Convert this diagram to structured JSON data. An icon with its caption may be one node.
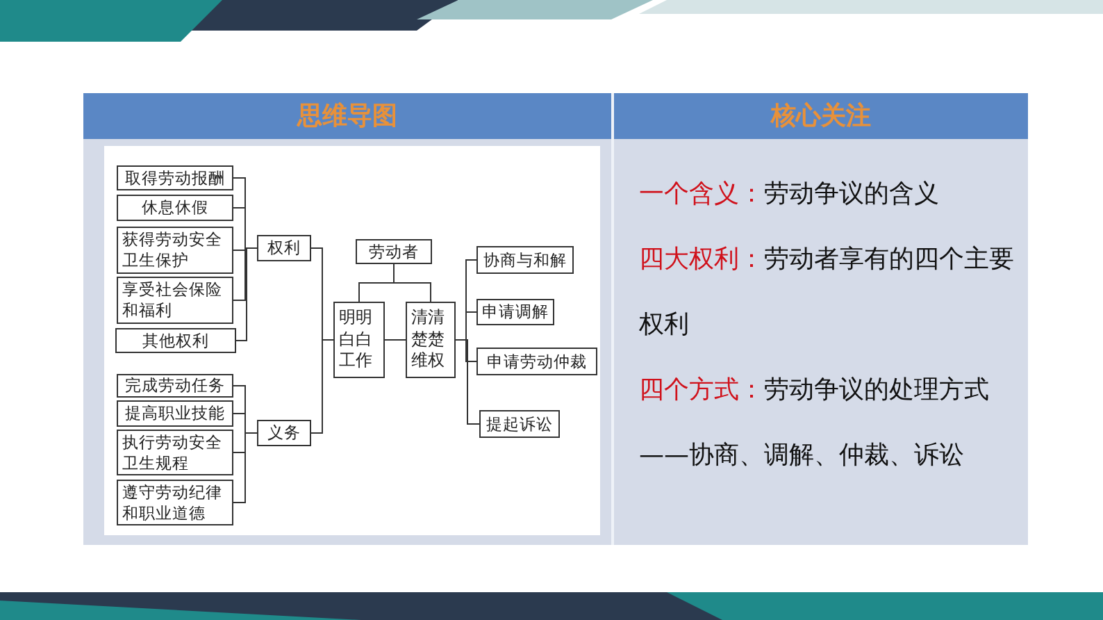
{
  "diagram": {
    "nodes": [
      {
        "text": [
          "取得劳动报酬"
        ]
      },
      {
        "text": [
          "休息休假"
        ]
      },
      {
        "text": [
          "获得劳动安全卫生保护"
        ]
      },
      {
        "text": [
          "享受社会保险和福利"
        ]
      },
      {
        "text": [
          "其他权利"
        ]
      },
      {
        "text": [
          "完成劳动任务"
        ]
      },
      {
        "text": [
          "提高职业技能"
        ]
      },
      {
        "text": [
          "执行劳动安全卫生规程"
        ]
      },
      {
        "text": [
          "遵守劳动纪律和职业道德"
        ]
      },
      {
        "text": [
          "权利"
        ]
      },
      {
        "text": [
          "义务"
        ]
      },
      {
        "text": [
          "劳动者"
        ]
      },
      {
        "text": [
          "明明白白工作"
        ]
      },
      {
        "text": [
          "清清楚楚维权"
        ]
      },
      {
        "text": [
          "协商与和解"
        ]
      },
      {
        "text": [
          "申请调解"
        ]
      },
      {
        "text": [
          "申请劳动仲裁"
        ]
      },
      {
        "text": [
          "提起诉讼"
        ]
      }
    ],
    "edges": [
      {
        "from": 9,
        "to": 0,
        "arrow": "none"
      },
      {
        "from": 9,
        "to": 1,
        "arrow": "none"
      },
      {
        "from": 9,
        "to": 2,
        "arrow": "none"
      },
      {
        "from": 9,
        "to": 3,
        "arrow": "none"
      },
      {
        "from": 9,
        "to": 4,
        "arrow": "none"
      },
      {
        "from": 10,
        "to": 5,
        "arrow": "none"
      },
      {
        "from": 10,
        "to": 6,
        "arrow": "none"
      },
      {
        "from": 10,
        "to": 7,
        "arrow": "none"
      },
      {
        "from": 10,
        "to": 8,
        "arrow": "none"
      },
      {
        "from": 12,
        "to": 9,
        "arrow": "none"
      },
      {
        "from": 12,
        "to": 10,
        "arrow": "none"
      },
      {
        "from": 11,
        "to": 12,
        "arrow": "none"
      },
      {
        "from": 11,
        "to": 13,
        "arrow": "none"
      },
      {
        "from": 12,
        "to": 13,
        "arrow": "none"
      },
      {
        "from": 13,
        "to": 14,
        "arrow": "none"
      },
      {
        "from": 13,
        "to": 15,
        "arrow": "none"
      },
      {
        "from": 13,
        "to": 16,
        "arrow": "none"
      },
      {
        "from": 13,
        "to": 17,
        "arrow": "none"
      }
    ],
    "labels": [
      "思维导图",
      "核心关注",
      "一个含义：",
      "劳动争议的含义",
      "四大权利：",
      "劳动者享有的四个主要权利",
      "四个方式：",
      "劳动争议的处理方式——协商、调解、仲裁、诉讼"
    ]
  }
}
